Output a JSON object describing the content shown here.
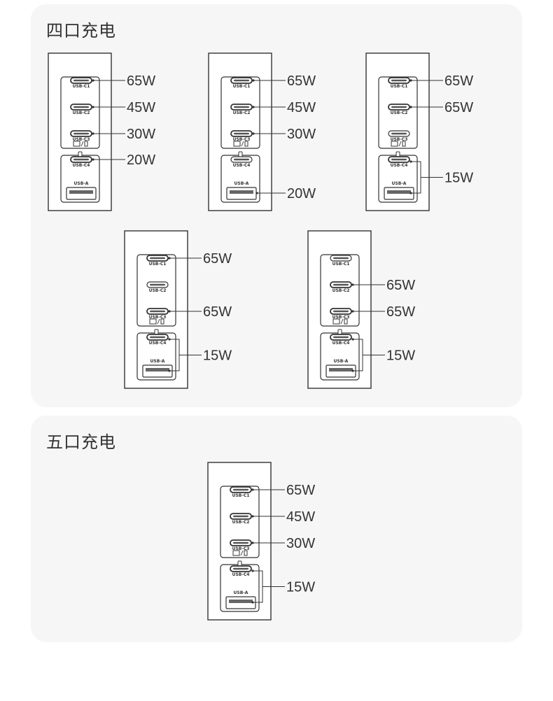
{
  "labels": {
    "usb_c1": "USB-C1",
    "usb_c2": "USB-C2",
    "usb_c3": "USB-C3",
    "usb_c4": "USB-C4",
    "usb_a": "USB-A"
  },
  "sections": [
    {
      "title": "四口充电",
      "configs": [
        {
          "ports": [
            {
              "port": "c1",
              "watts": "65W"
            },
            {
              "port": "c2",
              "watts": "45W"
            },
            {
              "port": "c3",
              "watts": "30W"
            },
            {
              "port": "c4",
              "watts": "20W"
            }
          ]
        },
        {
          "ports": [
            {
              "port": "c1",
              "watts": "65W"
            },
            {
              "port": "c2",
              "watts": "45W"
            },
            {
              "port": "c3",
              "watts": "30W"
            },
            {
              "port": "a",
              "watts": "20W"
            }
          ]
        },
        {
          "ports": [
            {
              "port": "c1",
              "watts": "65W"
            },
            {
              "port": "c2",
              "watts": "65W"
            },
            {
              "port": "c4+a",
              "watts": "15W"
            }
          ]
        },
        {
          "ports": [
            {
              "port": "c1",
              "watts": "65W"
            },
            {
              "port": "c3",
              "watts": "65W"
            },
            {
              "port": "c4+a",
              "watts": "15W"
            }
          ]
        },
        {
          "ports": [
            {
              "port": "c2",
              "watts": "65W"
            },
            {
              "port": "c3",
              "watts": "65W"
            },
            {
              "port": "c4+a",
              "watts": "15W"
            }
          ]
        }
      ]
    },
    {
      "title": "五口充电",
      "configs": [
        {
          "ports": [
            {
              "port": "c1",
              "watts": "65W"
            },
            {
              "port": "c2",
              "watts": "45W"
            },
            {
              "port": "c3",
              "watts": "30W"
            },
            {
              "port": "c4+a",
              "watts": "15W"
            }
          ]
        }
      ]
    }
  ]
}
